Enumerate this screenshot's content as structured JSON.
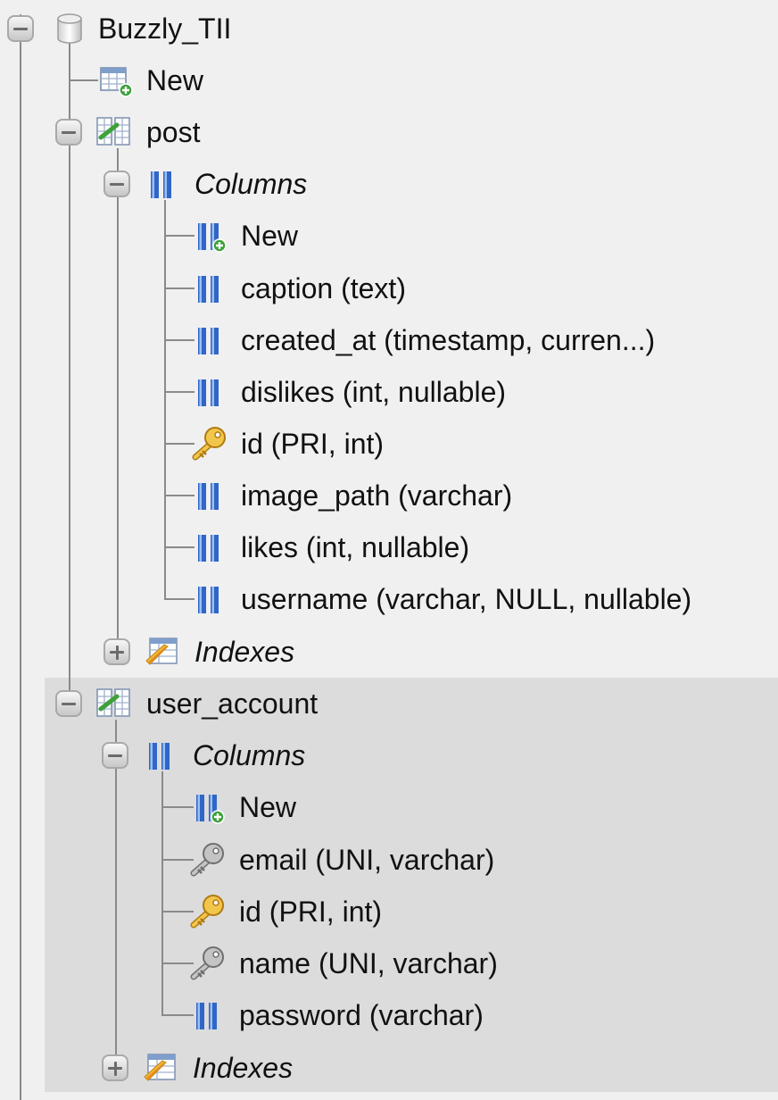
{
  "tree": {
    "database": {
      "label": "Buzzly_TII",
      "icon": "database-icon",
      "expanded": true
    },
    "new_table": {
      "label": "New",
      "icon": "new-table-icon"
    },
    "tables": [
      {
        "label": "post",
        "icon": "table-icon",
        "expanded": true,
        "columns_label": "Columns",
        "columns_expanded": true,
        "columns": [
          {
            "label": "New",
            "icon": "new-column-icon"
          },
          {
            "label": "caption (text)",
            "icon": "column-icon"
          },
          {
            "label": "created_at (timestamp, curren...)",
            "icon": "column-icon"
          },
          {
            "label": "dislikes (int, nullable)",
            "icon": "column-icon"
          },
          {
            "label": "id (PRI, int)",
            "icon": "primary-key-icon"
          },
          {
            "label": "image_path (varchar)",
            "icon": "column-icon"
          },
          {
            "label": "likes (int, nullable)",
            "icon": "column-icon"
          },
          {
            "label": "username (varchar, NULL, nullable)",
            "icon": "column-icon"
          }
        ],
        "indexes_label": "Indexes",
        "indexes_expanded": false
      },
      {
        "label": "user_account",
        "icon": "table-icon",
        "expanded": true,
        "selected": true,
        "columns_label": "Columns",
        "columns_expanded": true,
        "columns": [
          {
            "label": "New",
            "icon": "new-column-icon"
          },
          {
            "label": "email (UNI, varchar)",
            "icon": "unique-key-icon"
          },
          {
            "label": "id (PRI, int)",
            "icon": "primary-key-icon"
          },
          {
            "label": "name (UNI, varchar)",
            "icon": "unique-key-icon"
          },
          {
            "label": "password (varchar)",
            "icon": "column-icon"
          }
        ],
        "indexes_label": "Indexes",
        "indexes_expanded": false
      }
    ]
  },
  "colors": {
    "background": "#f0f0f0",
    "selected_background": "#dcdcdc",
    "tree_line": "#8a8a8a",
    "column_icon_blue": "#2f66c8",
    "key_gold": "#e3a92a",
    "key_gray": "#9a9a9a",
    "add_badge_green": "#3ea13a"
  }
}
